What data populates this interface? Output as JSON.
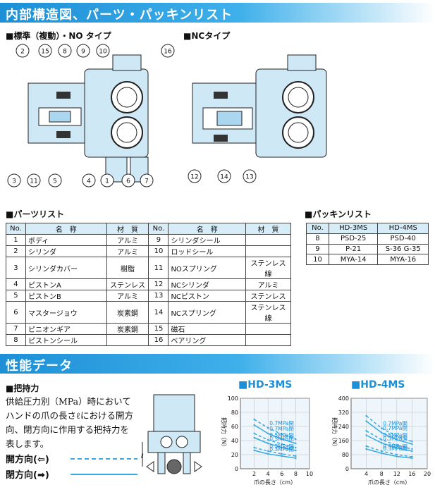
{
  "section1": {
    "title": "内部構造図、パーツ・パッキンリスト"
  },
  "diagram_left": {
    "title": "■標準（複動）・NO タイプ",
    "callouts_top": [
      "2",
      "15",
      "8",
      "9",
      "10",
      "16"
    ],
    "callouts_bottom": [
      "3",
      "11",
      "5",
      "4",
      "1",
      "6",
      "7"
    ]
  },
  "diagram_right": {
    "title": "■NCタイプ",
    "callouts": [
      "12",
      "14",
      "13"
    ]
  },
  "parts": {
    "title": "■パーツリスト",
    "headers": [
      "No.",
      "名　称",
      "材　質",
      "No.",
      "名　称",
      "材　質"
    ],
    "rows": [
      [
        "1",
        "ボディ",
        "アルミ",
        "9",
        "シリンダシール",
        ""
      ],
      [
        "2",
        "シリンダ",
        "アルミ",
        "10",
        "ロッドシール",
        ""
      ],
      [
        "3",
        "シリンダカバー",
        "樹脂",
        "11",
        "NOスプリング",
        "ステンレス線"
      ],
      [
        "4",
        "ピストンA",
        "ステンレス",
        "12",
        "NCシリンダ",
        "アルミ"
      ],
      [
        "5",
        "ピストンB",
        "アルミ",
        "13",
        "NCピストン",
        "ステンレス"
      ],
      [
        "6",
        "マスタージョウ",
        "炭素鋼",
        "14",
        "NCスプリング",
        "ステンレス線"
      ],
      [
        "7",
        "ピニオンギア",
        "炭素鋼",
        "15",
        "磁石",
        ""
      ],
      [
        "8",
        "ピストンシール",
        "",
        "16",
        "ベアリング",
        ""
      ]
    ]
  },
  "packing": {
    "title": "■パッキンリスト",
    "headers": [
      "No.",
      "HD-3MS",
      "HD-4MS"
    ],
    "rows": [
      [
        "8",
        "PSD-25",
        "PSD-40"
      ],
      [
        "9",
        "P-21",
        "S-36 G-35"
      ],
      [
        "10",
        "MYA-14",
        "MYA-16"
      ]
    ]
  },
  "section2": {
    "title": "性能データ"
  },
  "grip": {
    "title": "■把持力",
    "lines": [
      "供給圧力別（MPa）時において",
      "ハンドの爪の長さℓにおける開方",
      "向、閉方向に作用する把持力を",
      "表します。"
    ],
    "legend_open": "開方向(⇦)",
    "legend_close": "閉方向(➡)",
    "ell": "ℓ"
  },
  "chart_data": [
    {
      "type": "line",
      "title": "■HD-3MS",
      "xlabel": "爪の長さ（cm）",
      "ylabel": "把持力（N）",
      "xlim": [
        0,
        10
      ],
      "ylim": [
        0,
        100
      ],
      "xticks": [
        2,
        4,
        6,
        8,
        10
      ],
      "yticks": [
        20,
        40,
        60,
        80,
        100
      ],
      "annotations": [
        "0.7MPa開",
        "0.7MPa閉",
        "0.5MPa開",
        "0.5MPa閉",
        "0.3MPa開",
        "0.3MPa閉"
      ],
      "series": [
        {
          "name": "0.7MPa開",
          "dashed": true,
          "x": [
            2,
            4,
            6,
            8
          ],
          "y": [
            70,
            58,
            49,
            42
          ]
        },
        {
          "name": "0.7MPa閉",
          "dashed": false,
          "x": [
            2,
            4,
            6,
            8
          ],
          "y": [
            62,
            50,
            42,
            36
          ]
        },
        {
          "name": "0.5MPa開",
          "dashed": true,
          "x": [
            2,
            4,
            6,
            8
          ],
          "y": [
            50,
            41,
            35,
            30
          ]
        },
        {
          "name": "0.5MPa閉",
          "dashed": false,
          "x": [
            2,
            4,
            6,
            8
          ],
          "y": [
            44,
            36,
            30,
            26
          ]
        },
        {
          "name": "0.3MPa開",
          "dashed": true,
          "x": [
            2,
            4,
            6,
            8
          ],
          "y": [
            30,
            25,
            21,
            18
          ]
        },
        {
          "name": "0.3MPa閉",
          "dashed": false,
          "x": [
            2,
            4,
            6,
            8
          ],
          "y": [
            26,
            21,
            18,
            15
          ]
        }
      ]
    },
    {
      "type": "line",
      "title": "■HD-4MS",
      "xlabel": "爪の長さ（cm）",
      "ylabel": "把持力（N）",
      "xlim": [
        0,
        20
      ],
      "ylim": [
        0,
        400
      ],
      "xticks": [
        4,
        8,
        12,
        16,
        20
      ],
      "yticks": [
        80,
        160,
        240,
        320,
        400
      ],
      "annotations": [
        "0.7MPa開",
        "0.7MPa閉",
        "0.5MPa開",
        "0.5MPa閉",
        "0.3MPa開",
        "0.3MPa閉"
      ],
      "series": [
        {
          "name": "0.7MPa開",
          "dashed": true,
          "x": [
            4,
            8,
            12,
            16
          ],
          "y": [
            300,
            230,
            185,
            155
          ]
        },
        {
          "name": "0.7MPa閉",
          "dashed": false,
          "x": [
            4,
            8,
            12,
            16
          ],
          "y": [
            270,
            205,
            165,
            140
          ]
        },
        {
          "name": "0.5MPa開",
          "dashed": true,
          "x": [
            4,
            8,
            12,
            16
          ],
          "y": [
            215,
            165,
            133,
            112
          ]
        },
        {
          "name": "0.5MPa閉",
          "dashed": false,
          "x": [
            4,
            8,
            12,
            16
          ],
          "y": [
            190,
            147,
            118,
            100
          ]
        },
        {
          "name": "0.3MPa開",
          "dashed": true,
          "x": [
            4,
            8,
            12,
            16
          ],
          "y": [
            128,
            100,
            80,
            68
          ]
        },
        {
          "name": "0.3MPa閉",
          "dashed": false,
          "x": [
            4,
            8,
            12,
            16
          ],
          "y": [
            112,
            88,
            70,
            60
          ]
        }
      ]
    }
  ],
  "colors": {
    "accent": "#1d8fd6",
    "body": "#cfe8f6",
    "line": "#3aa8e3"
  }
}
